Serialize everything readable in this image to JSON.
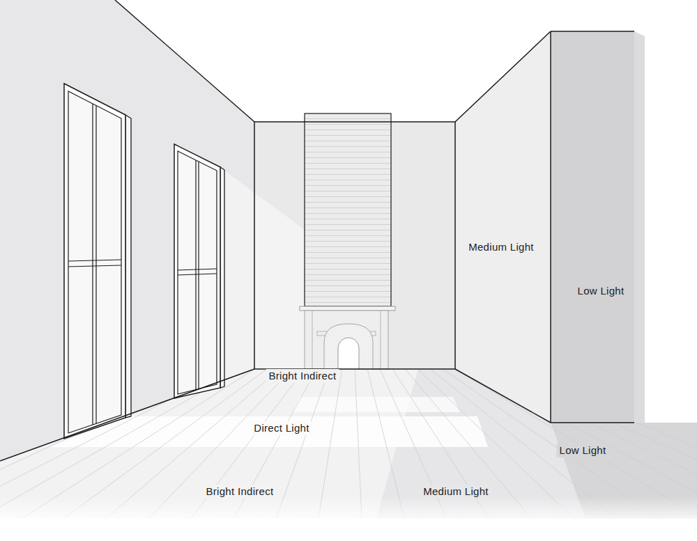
{
  "diagram": {
    "labels": [
      "Medium Light",
      "Low Light",
      "Bright Indirect",
      "Direct Light",
      "Low Light",
      "Bright Indirect",
      "Medium Light"
    ]
  }
}
